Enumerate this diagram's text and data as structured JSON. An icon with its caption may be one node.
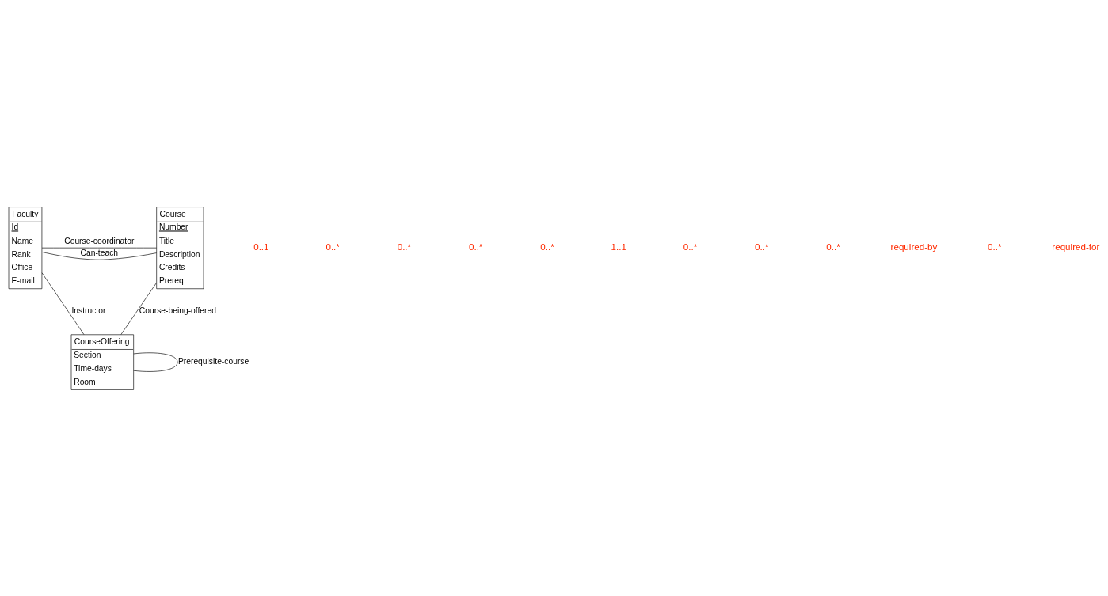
{
  "diagram": {
    "nodes": [
      {
        "text": [
          "Faculty",
          "Id",
          "Name",
          "Rank",
          "Office",
          "E-mail"
        ]
      },
      {
        "text": [
          "Course",
          "Number",
          "Title",
          "Description",
          "Credits",
          "Prereq"
        ]
      },
      {
        "text": [
          "CourseOffering",
          "Section",
          "Time-days",
          "Room"
        ]
      }
    ],
    "edges": [
      {
        "from": 0,
        "to": 1,
        "arrow": "none",
        "label": "Course-coordinator"
      },
      {
        "from": 0,
        "to": 1,
        "arrow": "none",
        "label": "Can-teach"
      },
      {
        "from": 0,
        "to": 2,
        "arrow": "none",
        "label": "Instructor"
      },
      {
        "from": 2,
        "to": 1,
        "arrow": "none",
        "label": "Course-being-offered"
      },
      {
        "from": 2,
        "to": 2,
        "arrow": "none",
        "label": "Prerequisite-course"
      }
    ],
    "labels": [
      "0..1",
      "0..*",
      "0..*",
      "0..*",
      "0..*",
      "1..1",
      "0..*",
      "0..*",
      "0..*",
      "required-by",
      "0..*",
      "required-for"
    ]
  }
}
